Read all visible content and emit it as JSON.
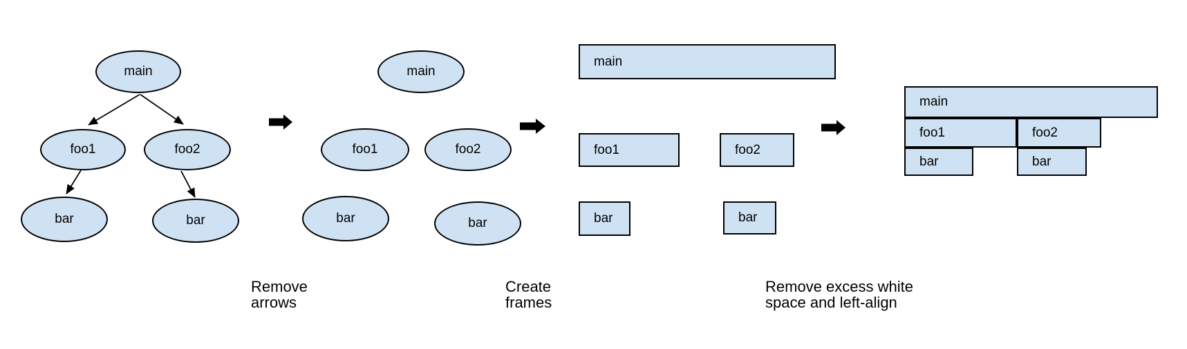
{
  "colors": {
    "node_fill": "#cfe2f3",
    "node_stroke": "#000000",
    "arrow_color": "#000000",
    "text_color": "#000000",
    "background": "#ffffff"
  },
  "stages": [
    {
      "name": "call-tree-with-arrows",
      "nodes": [
        {
          "shape": "ellipse",
          "label": "main"
        },
        {
          "shape": "ellipse",
          "label": "foo1"
        },
        {
          "shape": "ellipse",
          "label": "foo2"
        },
        {
          "shape": "ellipse",
          "label": "bar"
        },
        {
          "shape": "ellipse",
          "label": "bar"
        }
      ]
    },
    {
      "name": "tree-without-arrows",
      "nodes": [
        {
          "shape": "ellipse",
          "label": "main"
        },
        {
          "shape": "ellipse",
          "label": "foo1"
        },
        {
          "shape": "ellipse",
          "label": "foo2"
        },
        {
          "shape": "ellipse",
          "label": "bar"
        },
        {
          "shape": "ellipse",
          "label": "bar"
        }
      ]
    },
    {
      "name": "frames",
      "nodes": [
        {
          "shape": "rect",
          "label": "main"
        },
        {
          "shape": "rect",
          "label": "foo1"
        },
        {
          "shape": "rect",
          "label": "foo2"
        },
        {
          "shape": "rect",
          "label": "bar"
        },
        {
          "shape": "rect",
          "label": "bar"
        }
      ]
    },
    {
      "name": "flame-graph-compacted",
      "nodes": [
        {
          "shape": "rect",
          "label": "main"
        },
        {
          "shape": "rect",
          "label": "foo1"
        },
        {
          "shape": "rect",
          "label": "foo2"
        },
        {
          "shape": "rect",
          "label": "bar"
        },
        {
          "shape": "rect",
          "label": "bar"
        }
      ]
    }
  ],
  "step_captions": [
    {
      "text": "Remove\narrows"
    },
    {
      "text": "Create\nframes"
    },
    {
      "text": "Remove excess white\nspace and left-align"
    }
  ]
}
